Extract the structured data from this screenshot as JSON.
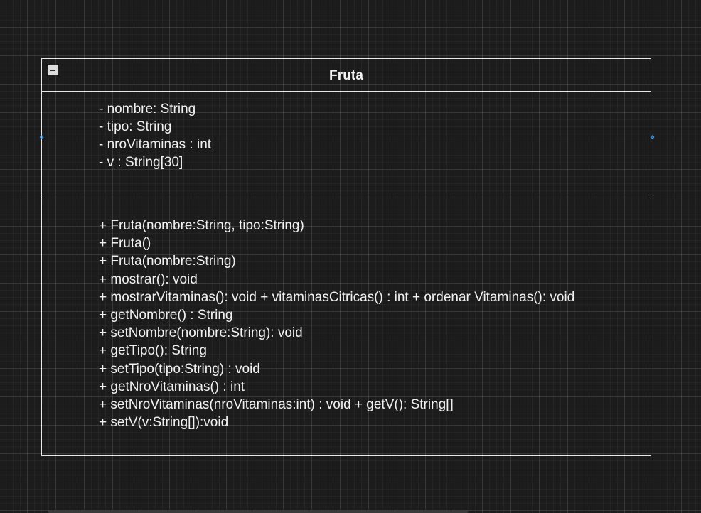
{
  "class": {
    "name": "Fruta",
    "attributes": [
      "- nombre: String",
      "- tipo: String",
      "- nroVitaminas : int",
      "- v : String[30]"
    ],
    "operations": [
      "+ Fruta(nombre:String, tipo:String)",
      "+ Fruta()",
      "+ Fruta(nombre:String)",
      "+ mostrar(): void",
      "+ mostrarVitaminas(): void + vitaminasCitricas() : int + ordenar Vitaminas(): void",
      "+ getNombre() : String",
      "+ setNombre(nombre:String): void",
      "+ getTipo(): String",
      "+ setTipo(tipo:String) : void",
      "+ getNroVitaminas() : int",
      "+ setNroVitaminas(nroVitaminas:int) : void + getV(): String[]",
      "+ setV(v:String[]):void"
    ]
  },
  "icons": {
    "collapse": "collapse-minus-icon",
    "handle": "connection-handle-icon"
  },
  "colors": {
    "background": "#1c1c1c",
    "border": "#e8e8e8",
    "text": "#f2f2f2",
    "handle": "#3ea6ff"
  }
}
